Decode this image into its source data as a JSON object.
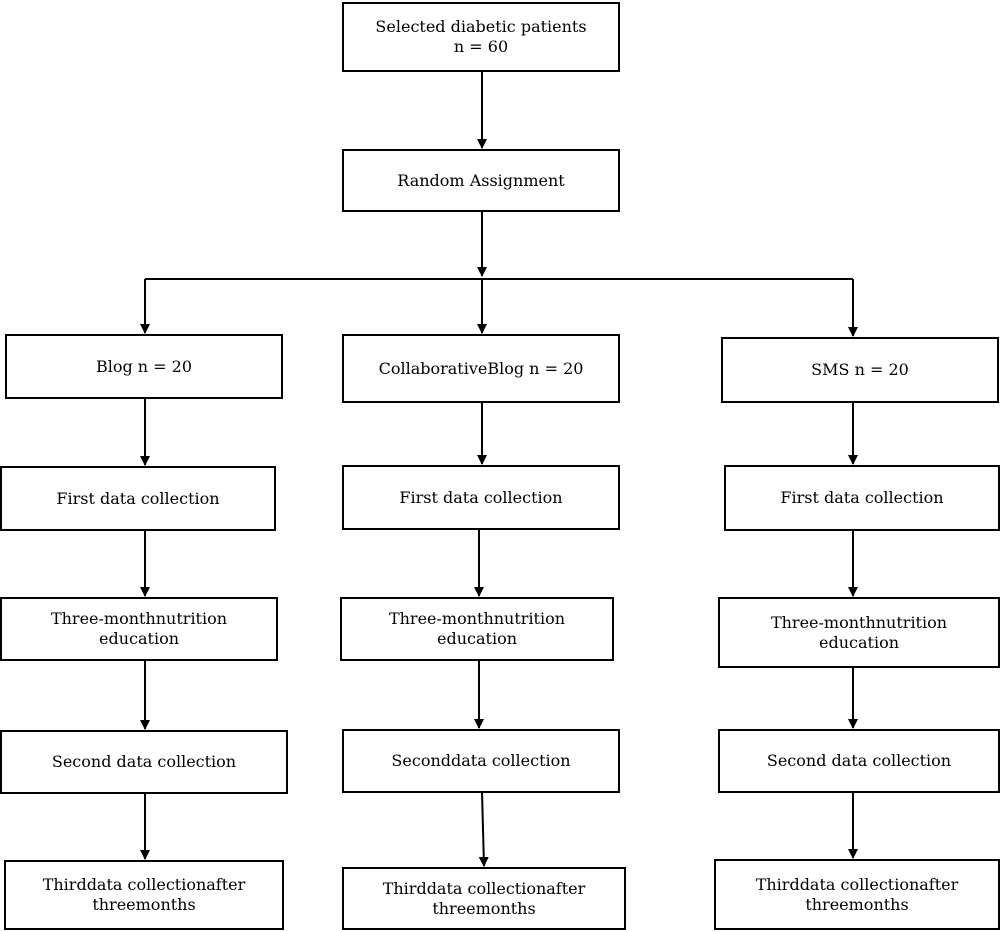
{
  "top": {
    "line1": "Selected diabetic patients",
    "line2": "n = 60"
  },
  "random": {
    "label": "Random Assignment"
  },
  "columns": [
    {
      "group": "Blog n = 20",
      "first": "First data collection",
      "education": [
        "Three-monthnutrition",
        "education"
      ],
      "second": "Second data collection",
      "third": [
        "Thirddata collectionafter",
        "threemonths"
      ]
    },
    {
      "group": "CollaborativeBlog n = 20",
      "first": "First data collection",
      "education": [
        "Three-monthnutrition",
        "education"
      ],
      "second": "Seconddata collection",
      "third": [
        "Thirddata collectionafter",
        "threemonths"
      ]
    },
    {
      "group": "SMS n = 20",
      "first": "First data collection",
      "education": [
        "Three-monthnutrition",
        "education"
      ],
      "second": "Second data collection",
      "third": [
        "Thirddata collectionafter",
        "threemonths"
      ]
    }
  ]
}
